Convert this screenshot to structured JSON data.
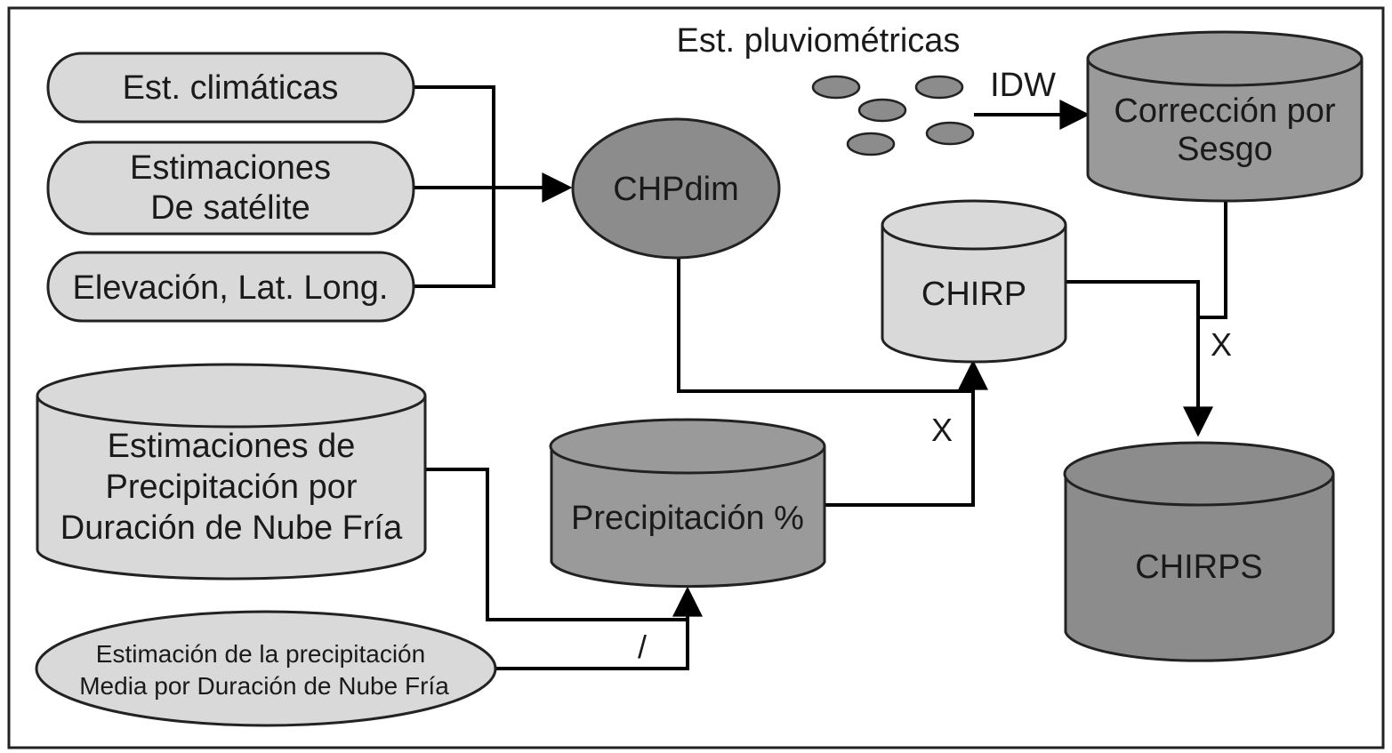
{
  "nodes": {
    "est_climaticas": "Est. climáticas",
    "estimaciones_satelite": [
      "Estimaciones",
      "De satélite"
    ],
    "elevacion": "Elevación, Lat. Long.",
    "chpdim": "CHPdim",
    "est_pluviometricas": "Est. pluviométricas",
    "correccion_sesgo": [
      "Corrección por",
      "Sesgo"
    ],
    "chirp": "CHIRP",
    "estimaciones_precipitacion": [
      "Estimaciones de",
      "Precipitación por",
      "Duración de Nube Fría"
    ],
    "precipitacion_pct": "Precipitación %",
    "chirps": "CHIRPS",
    "estimacion_media": [
      "Estimación de la precipitación",
      "Media por Duración de Nube Fría"
    ]
  },
  "edge_labels": {
    "idw": "IDW",
    "multiply_chirp": "X",
    "multiply_chirps": "X",
    "divide": "/"
  },
  "colors": {
    "light_fill": "#d9d9d9",
    "dark_fill": "#8c8c8c",
    "mid_fill": "#9a9a9a",
    "dot_fill": "#8c8c8c",
    "stroke": "#222222",
    "frame": "#222222"
  }
}
